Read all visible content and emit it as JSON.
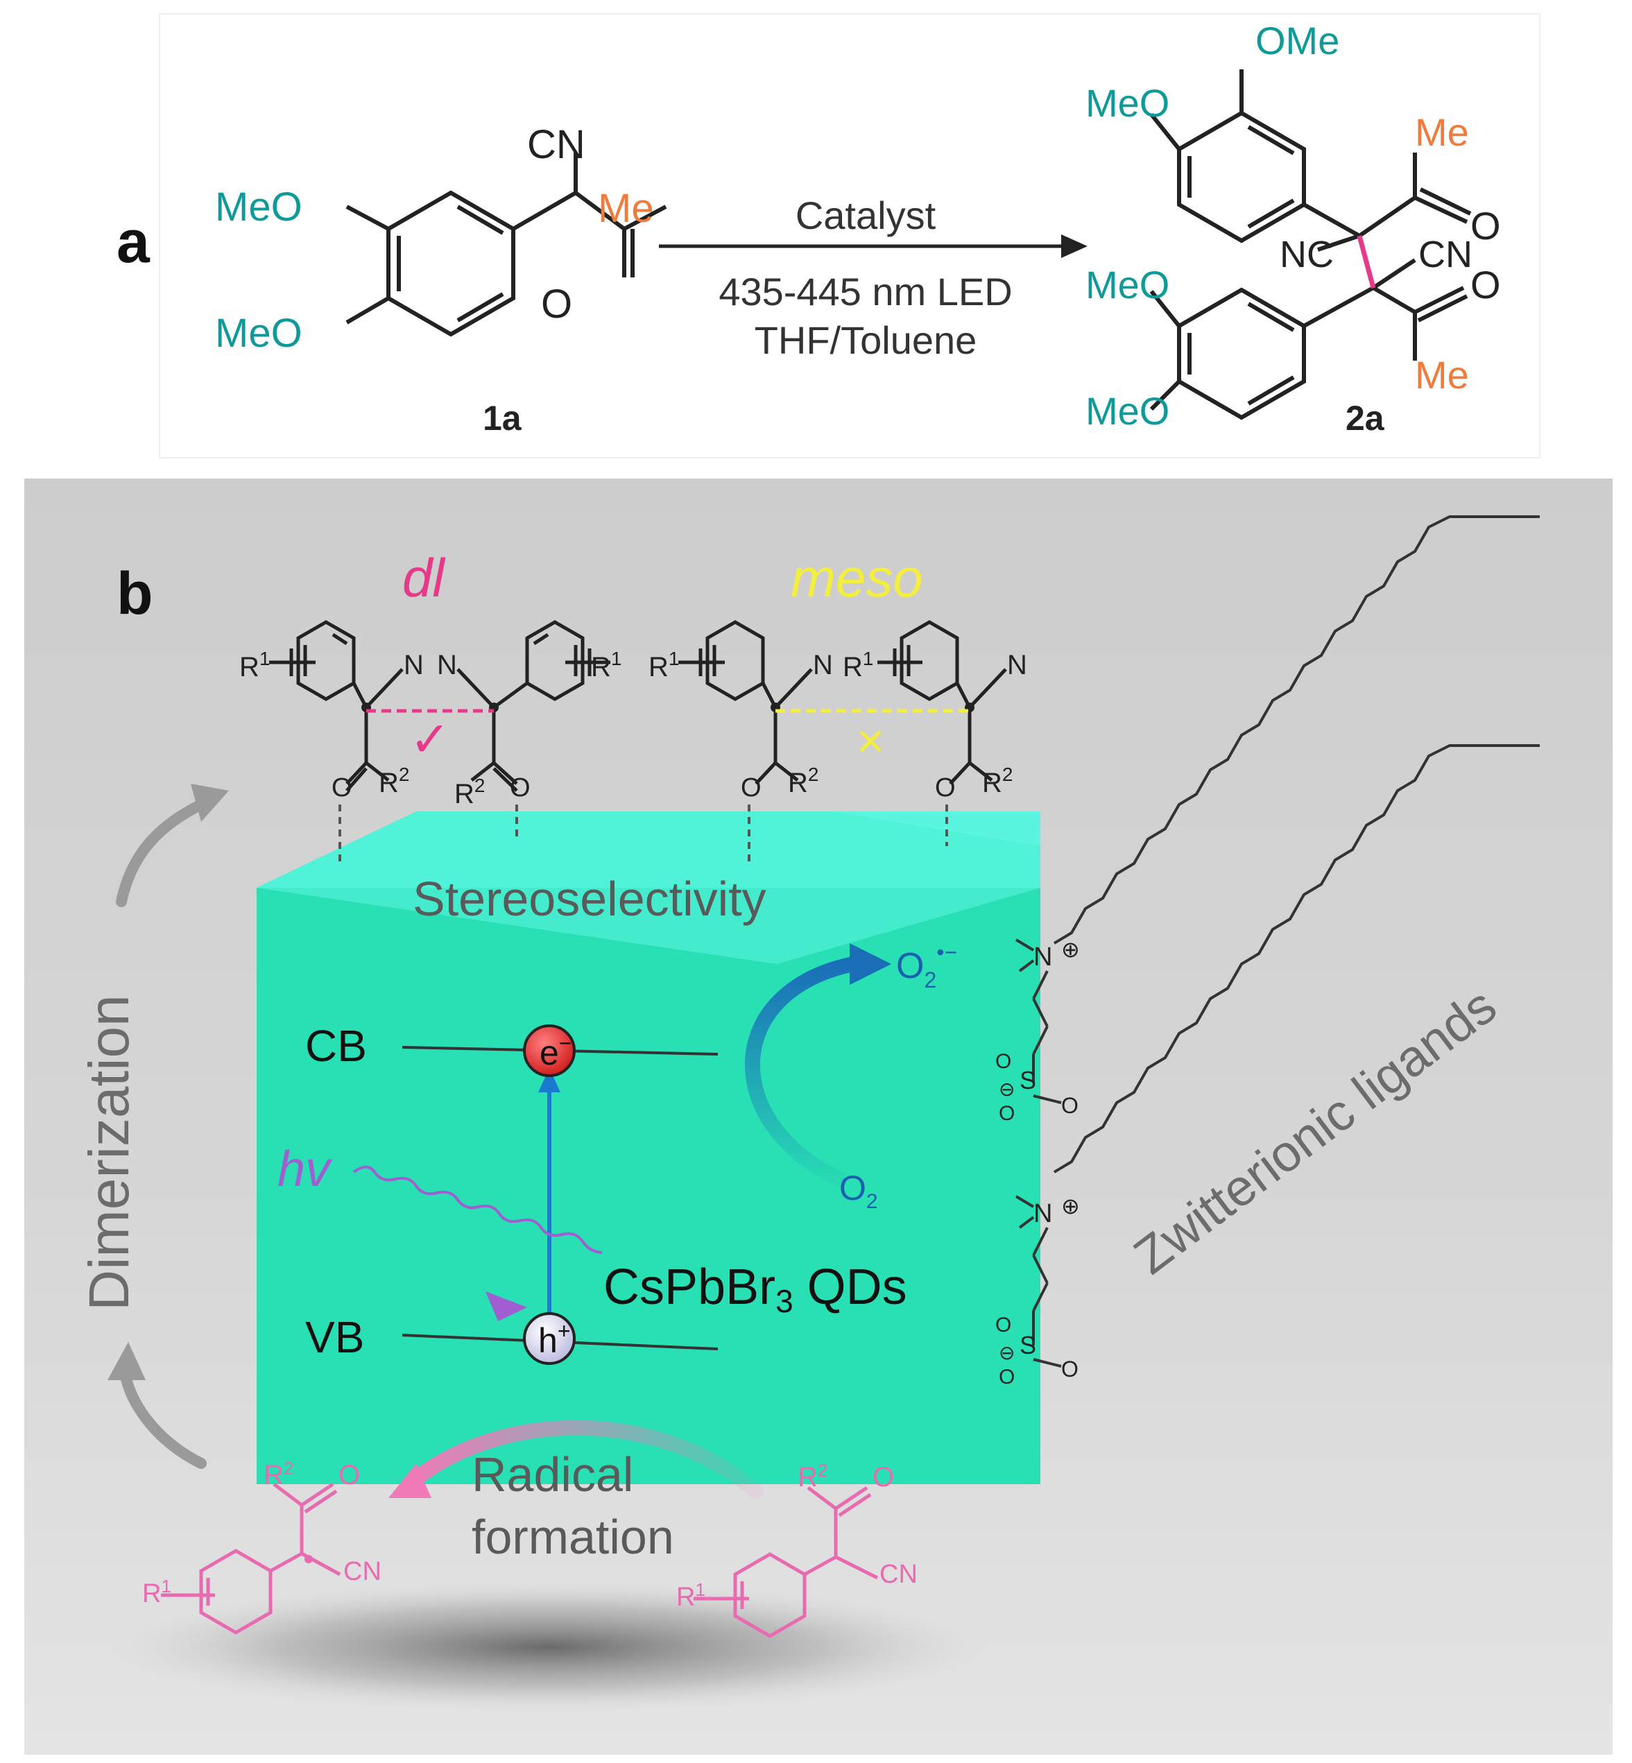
{
  "panel_a": {
    "label": "a",
    "reactant": {
      "ome_top": "MeO",
      "ome_bottom": "MeO",
      "cn": "CN",
      "me": "Me",
      "o": "O",
      "id": "1a"
    },
    "arrow": {
      "catalyst": "Catalyst",
      "light": "435-445 nm LED",
      "solvent": "THF/Toluene"
    },
    "product": {
      "ome_top": "OMe",
      "meo_upper": "MeO",
      "me_upper": "Me",
      "o_upper": "O",
      "nc": "NC",
      "cn": "CN",
      "meo_lower1": "MeO",
      "meo_lower2": "MeO",
      "o_lower": "O",
      "me_lower": "Me",
      "id": "2a"
    }
  },
  "panel_b": {
    "label": "b",
    "dl_label": "dl",
    "meso_label": "meso",
    "r1": "R",
    "r1_sup": "1",
    "r2": "R",
    "r2_sup": "2",
    "n": "N",
    "o": "O",
    "check": "✓",
    "cross": "×",
    "stereoselectivity": "Stereoselectivity",
    "cb": "CB",
    "vb": "VB",
    "electron": "e",
    "electron_sup": "−",
    "hole": "h",
    "hole_sup": "+",
    "hv": "hv",
    "o2_radical": "O",
    "o2_radical_sub": "2",
    "o2_radical_sup": "•−",
    "o2": "O",
    "o2_sub": "2",
    "qds": "CsPbBr",
    "qds_sub": "3",
    "qds_suffix": " QDs",
    "dimerization": "Dimerization",
    "zwitterionic": "Zwitterionic ligands",
    "radical_formation_1": "Radical",
    "radical_formation_2": "formation",
    "cn_label": "CN",
    "ligand_n": "N",
    "ligand_s": "S",
    "ligand_o": "O",
    "plus": "⊕",
    "minus": "⊖",
    "colors": {
      "teal_text": "#0e9a98",
      "orange_text": "#f07b3c",
      "pink": "#e8388a",
      "yellow": "#f4ee3e",
      "cube_front": "#28e0b4",
      "cube_top": "#59f5df",
      "gray_bg": "#cfcfcf",
      "purple": "#a05ed0",
      "blue": "#1a6eb8"
    }
  }
}
